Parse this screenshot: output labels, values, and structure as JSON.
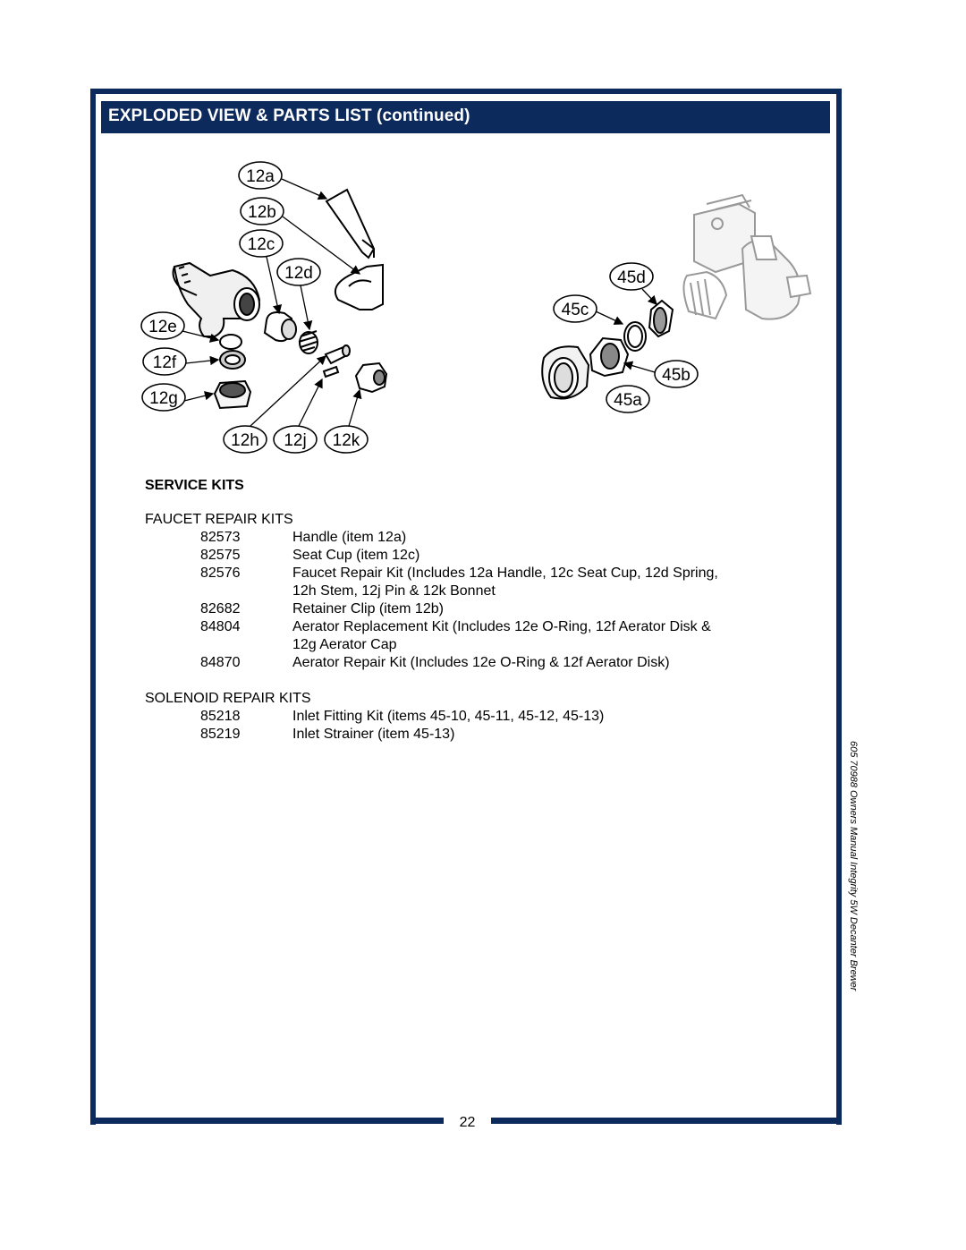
{
  "header": {
    "title": "EXPLODED VIEW & PARTS LIST (continued)"
  },
  "diagram": {
    "faucet_callouts": [
      "12a",
      "12b",
      "12c",
      "12d",
      "12e",
      "12f",
      "12g",
      "12h",
      "12j",
      "12k"
    ],
    "solenoid_callouts": [
      "45d",
      "45c",
      "45b",
      "45a"
    ]
  },
  "service_kits": {
    "heading": "SERVICE KITS",
    "faucet_group": {
      "title": "FAUCET REPAIR KITS",
      "items": [
        {
          "number": "82573",
          "lines": [
            "Handle (item 12a)"
          ]
        },
        {
          "number": "82575",
          "lines": [
            "Seat Cup (item 12c)"
          ]
        },
        {
          "number": "82576",
          "lines": [
            "Faucet Repair Kit (Includes 12a Handle, 12c Seat Cup, 12d Spring,",
            "12h Stem, 12j Pin & 12k Bonnet"
          ]
        },
        {
          "number": "82682",
          "lines": [
            "Retainer Clip (item 12b)"
          ]
        },
        {
          "number": "84804",
          "lines": [
            "Aerator Replacement Kit (Includes 12e O-Ring, 12f Aerator Disk &",
            "12g Aerator Cap"
          ]
        },
        {
          "number": "84870",
          "lines": [
            "Aerator Repair Kit (Includes 12e O-Ring & 12f Aerator Disk)"
          ]
        }
      ]
    },
    "solenoid_group": {
      "title": "SOLENOID REPAIR KITS",
      "items": [
        {
          "number": "85218",
          "lines": [
            "Inlet Fitting Kit (items 45-10, 45-11, 45-12, 45-13)"
          ]
        },
        {
          "number": "85219",
          "lines": [
            "Inlet Strainer (item 45-13)"
          ]
        }
      ]
    }
  },
  "footer": {
    "page_number": "22",
    "side_text": "605 70988 Owners Manual  Integrity 5W Decanter Brewer"
  },
  "colors": {
    "brand_navy": "#0d2a5c"
  }
}
